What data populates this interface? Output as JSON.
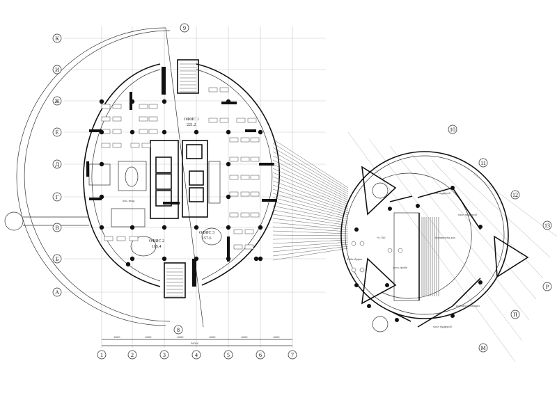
{
  "axes": {
    "rows": [
      "К",
      "И",
      "Ж",
      "Е",
      "Д",
      "Г",
      "В",
      "Б",
      "А"
    ],
    "cols": [
      "1",
      "2",
      "3",
      "4",
      "5",
      "6",
      "7"
    ],
    "diagonal": [
      "9",
      "8"
    ],
    "right_axes": [
      "10",
      "11",
      "12",
      "13",
      "Р",
      "П",
      "М"
    ]
  },
  "rooms": {
    "office1": {
      "name": "ОФИС 1",
      "area": "221.2"
    },
    "office2": {
      "name": "ОФИС 2",
      "area": "165.4"
    },
    "office3": {
      "name": "ОФИС 3",
      "area": "157.6"
    },
    "hall_left": "5с6, вход",
    "conference": "Конференц-зал",
    "foyer": "Фойе-буфет",
    "lounge": "холл, фойе",
    "wardrobe_top": "холл гардероб",
    "wardrobe_mid": "холл гардероб",
    "wardrobe_bot": "холл гардероб",
    "projection": "комната проекции",
    "stage_level": "+0.750"
  },
  "dimensions": {
    "bottom_total": "36000",
    "bottom_spans": [
      "6000",
      "6000",
      "6000",
      "6000",
      "6000",
      "6000"
    ]
  },
  "colors": {
    "lines": "#111111",
    "grid": "#c8c8c8",
    "background": "#ffffff"
  }
}
